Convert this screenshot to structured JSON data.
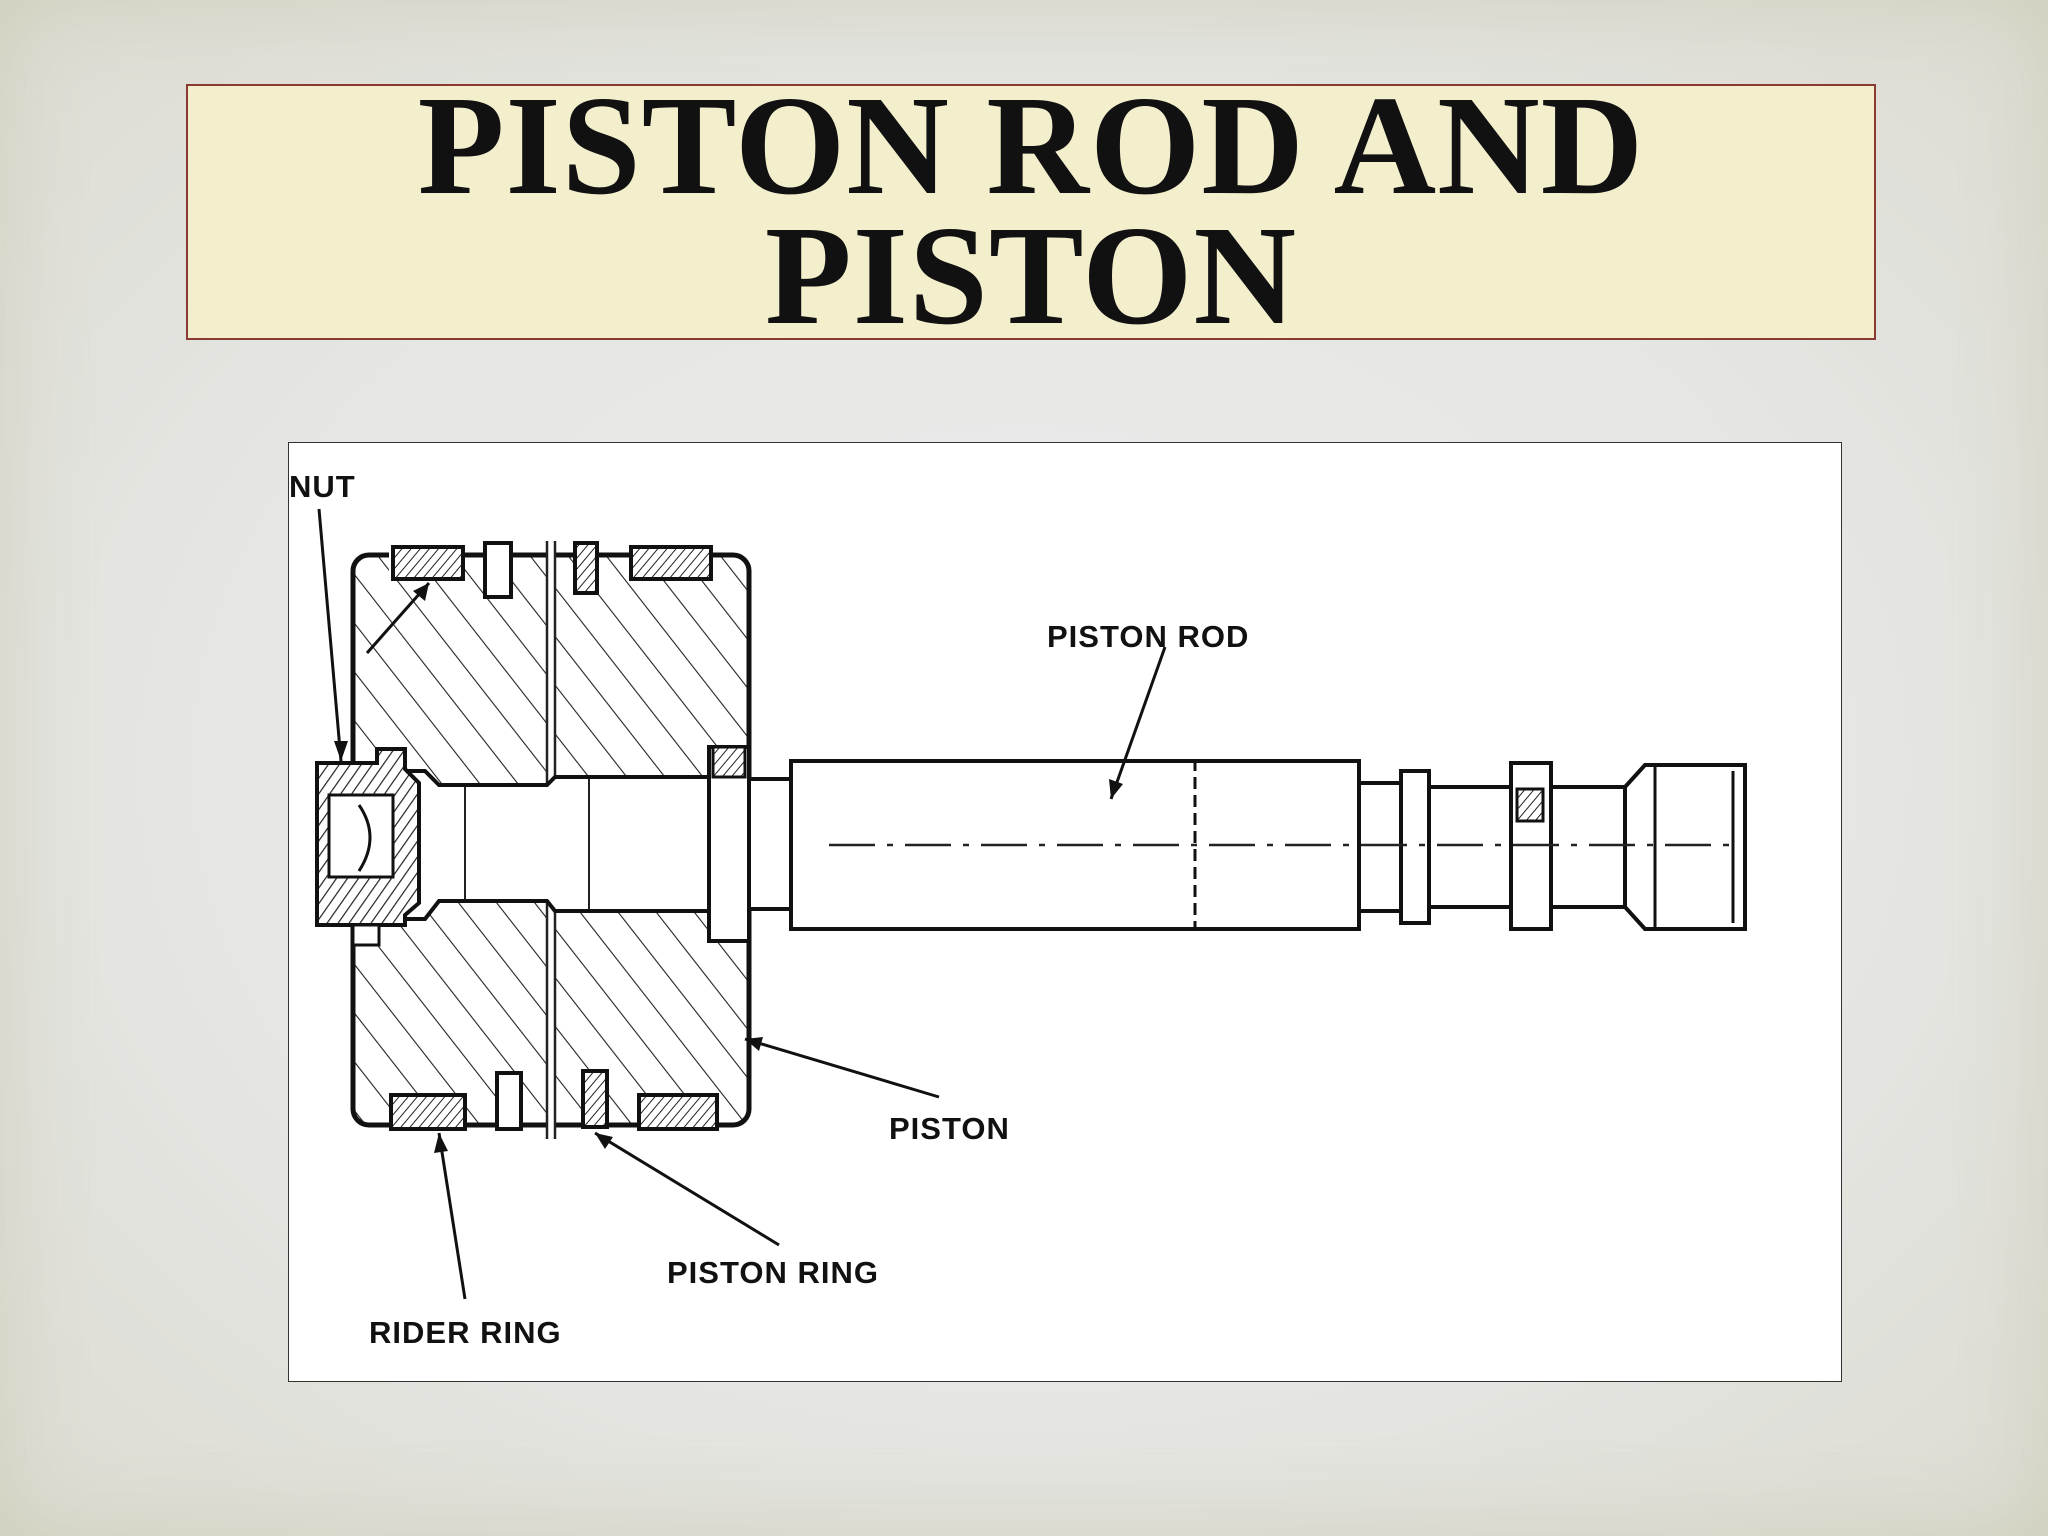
{
  "slide": {
    "title_line1": "PISTON ROD AND",
    "title_line2": "PISTON"
  },
  "diagram": {
    "labels": {
      "nut": "NUT",
      "piston_rod": "PISTON ROD",
      "piston": "PISTON",
      "piston_ring": "PISTON RING",
      "rider_ring": "RIDER RING"
    }
  },
  "colors": {
    "title_fill": "#f3efcd",
    "title_border": "#8a3a32",
    "ink": "#111111"
  }
}
